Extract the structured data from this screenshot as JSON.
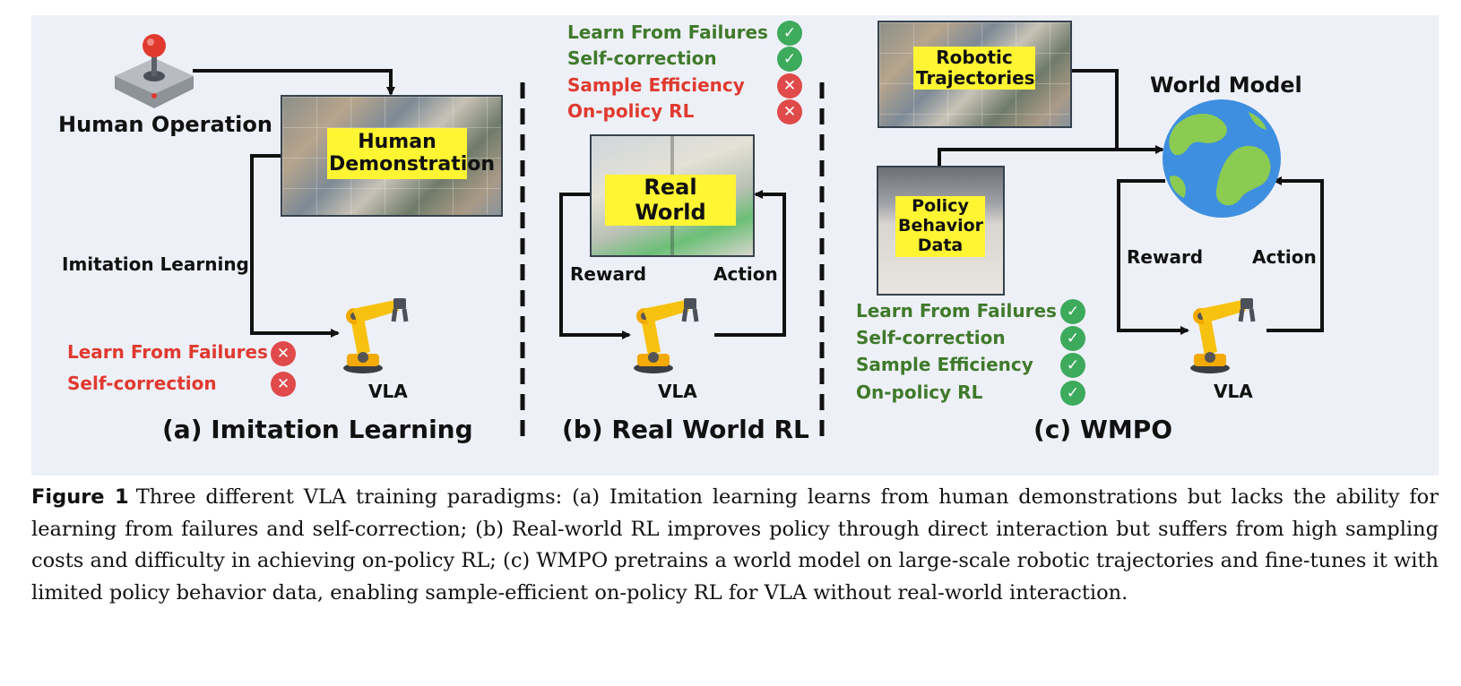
{
  "figure": {
    "panel_a": {
      "title": "(a) Imitation Learning",
      "source_label": "Human Operation",
      "dataset_label_line1": "Human",
      "dataset_label_line2": "Demonstration",
      "edge_label": "Imitation Learning",
      "agent_label": "VLA",
      "properties": [
        {
          "text": "Learn From Failures",
          "supported": false
        },
        {
          "text": "Self-correction",
          "supported": false
        }
      ]
    },
    "panel_b": {
      "title": "(b) Real World RL",
      "env_label": "Real World",
      "reward_label": "Reward",
      "action_label": "Action",
      "agent_label": "VLA",
      "properties": [
        {
          "text": "Learn From Failures",
          "supported": true
        },
        {
          "text": "Self-correction",
          "supported": true
        },
        {
          "text": "Sample Efficiency",
          "supported": false
        },
        {
          "text": "On-policy RL",
          "supported": false
        }
      ]
    },
    "panel_c": {
      "title": "(c) WMPO",
      "traj_label_line1": "Robotic",
      "traj_label_line2": "Trajectories",
      "policy_label_line1": "Policy",
      "policy_label_line2": "Behavior",
      "policy_label_line3": "Data",
      "world_model_label": "World Model",
      "reward_label": "Reward",
      "action_label": "Action",
      "agent_label": "VLA",
      "properties": [
        {
          "text": "Learn From Failures",
          "supported": true
        },
        {
          "text": "Self-correction",
          "supported": true
        },
        {
          "text": "Sample Efficiency",
          "supported": true
        },
        {
          "text": "On-policy RL",
          "supported": true
        }
      ]
    },
    "icons": {
      "check": "✓",
      "cross": "✕"
    },
    "colors": {
      "supported": "#3f7a2a",
      "unsupported": "#e03a2f",
      "highlight": "#fff533",
      "panel_background": "#eef0f8"
    }
  },
  "caption": {
    "label": "Figure 1",
    "text": "Three different VLA training paradigms: (a) Imitation learning learns from human demonstrations but lacks the ability for learning from failures and self-correction; (b) Real-world RL improves policy through direct interaction but suffers from high sampling costs and difficulty in achieving on-policy RL; (c) WMPO pretrains a world model on large-scale robotic trajectories and fine-tunes it with limited policy behavior data, enabling sample-efficient on-policy RL for VLA without real-world interaction."
  }
}
